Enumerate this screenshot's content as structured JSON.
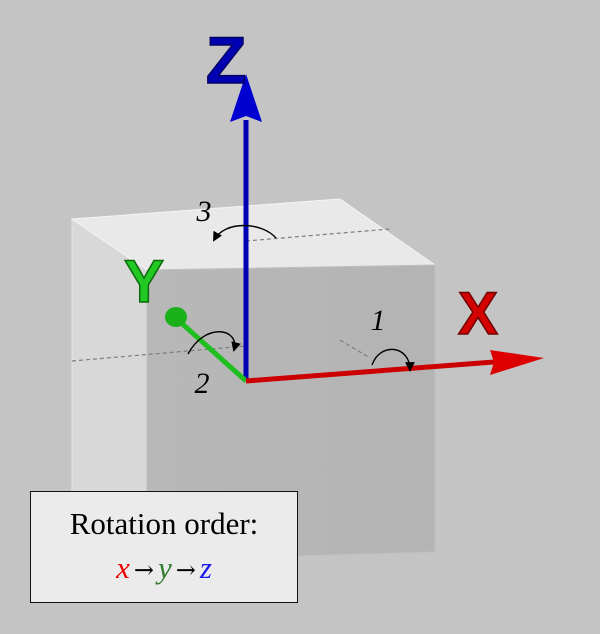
{
  "axes": {
    "x": {
      "label": "X",
      "color": "#cc0000"
    },
    "y": {
      "label": "Y",
      "color": "#1fbf1f"
    },
    "z": {
      "label": "Z",
      "color": "#0000b3"
    }
  },
  "rotations": [
    {
      "label": "1",
      "axis": "x"
    },
    {
      "label": "2",
      "axis": "y"
    },
    {
      "label": "3",
      "axis": "z"
    }
  ],
  "caption": {
    "title": "Rotation order:",
    "order": [
      {
        "symbol": "x",
        "color": "#ee0000"
      },
      {
        "symbol": "y",
        "color": "#2e7d2e"
      },
      {
        "symbol": "z",
        "color": "#1a1aee"
      }
    ],
    "separator": "→"
  }
}
